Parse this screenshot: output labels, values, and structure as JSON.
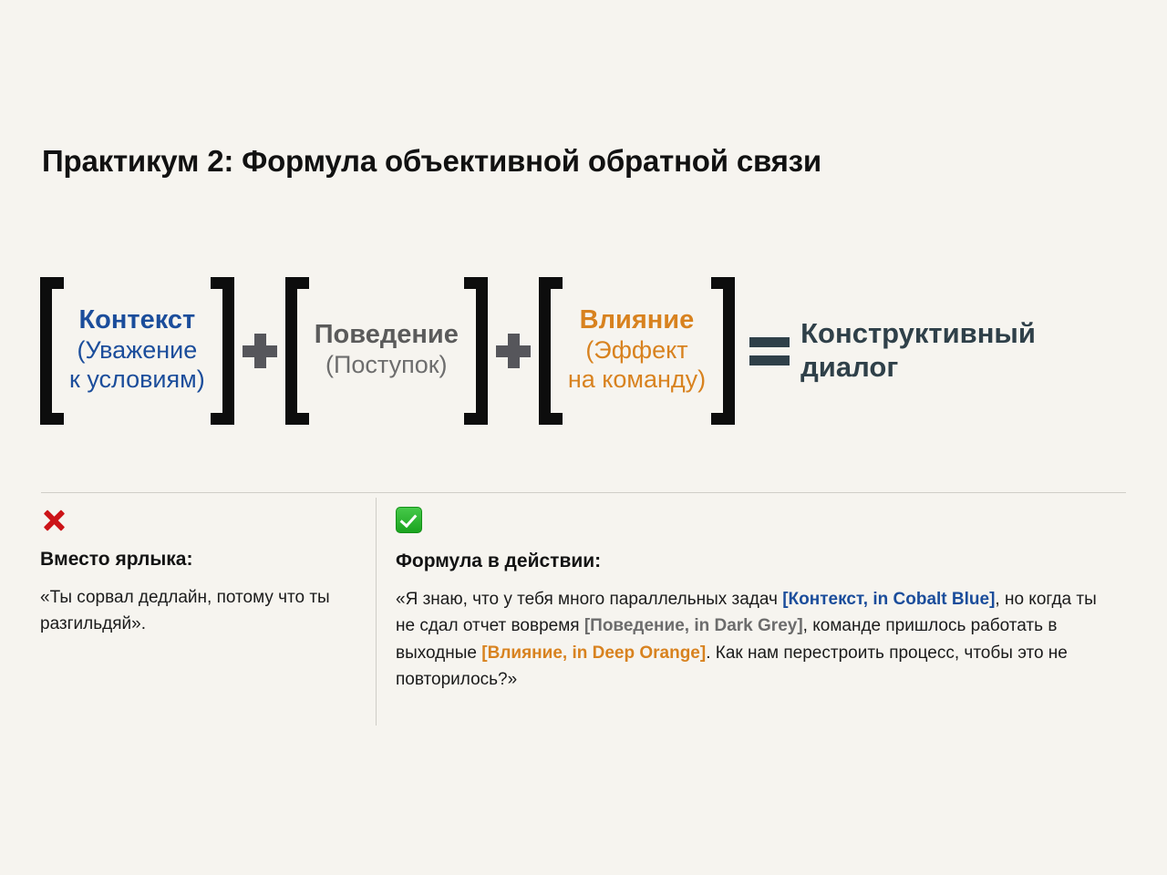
{
  "slide": {
    "title": "Практикум 2: Формула объективной обратной связи",
    "background_color": "#f6f4ef"
  },
  "formula": {
    "operators": {
      "plus": "+",
      "equals": "="
    },
    "groups": [
      {
        "main": "Контекст",
        "sub_line1": "(Уважение",
        "sub_line2": "к условиям)",
        "color": "#1b4d9b",
        "color_name": "Cobalt Blue"
      },
      {
        "main": "Поведение",
        "sub_line1": "(Поступок)",
        "sub_line2": "",
        "color": "#6d6d6d",
        "color_name": "Dark Grey"
      },
      {
        "main": "Влияние",
        "sub_line1": "(Эффект",
        "sub_line2": "на команду)",
        "color": "#d8821f",
        "color_name": "Deep Orange"
      }
    ],
    "result": {
      "line1": "Конструктивный",
      "line2": "диалог",
      "color": "#2f4049"
    }
  },
  "panels": {
    "bad": {
      "icon": "cross-mark-icon",
      "icon_color": "#cc1418",
      "heading": "Вместо ярлыка:",
      "text": "«Ты сорвал дедлайн, потому что ты разгильдяй»."
    },
    "good": {
      "icon": "check-mark-icon",
      "icon_color": "#1ba41f",
      "heading": "Формула в действии:",
      "text_parts": [
        {
          "text": "«Я знаю, что у тебя много параллельных задач ",
          "style": "plain"
        },
        {
          "text": "[Контекст, in Cobalt Blue]",
          "style": "blue"
        },
        {
          "text": ", но когда ты не сдал отчет вовремя ",
          "style": "plain"
        },
        {
          "text": "[Поведение, in Dark Grey]",
          "style": "grey"
        },
        {
          "text": ", команде пришлось работать в выходные ",
          "style": "plain"
        },
        {
          "text": "[Влияние, in Deep Orange]",
          "style": "orange"
        },
        {
          "text": ". Как нам перестроить процесс, чтобы это не повторилось?»",
          "style": "plain"
        }
      ]
    }
  }
}
